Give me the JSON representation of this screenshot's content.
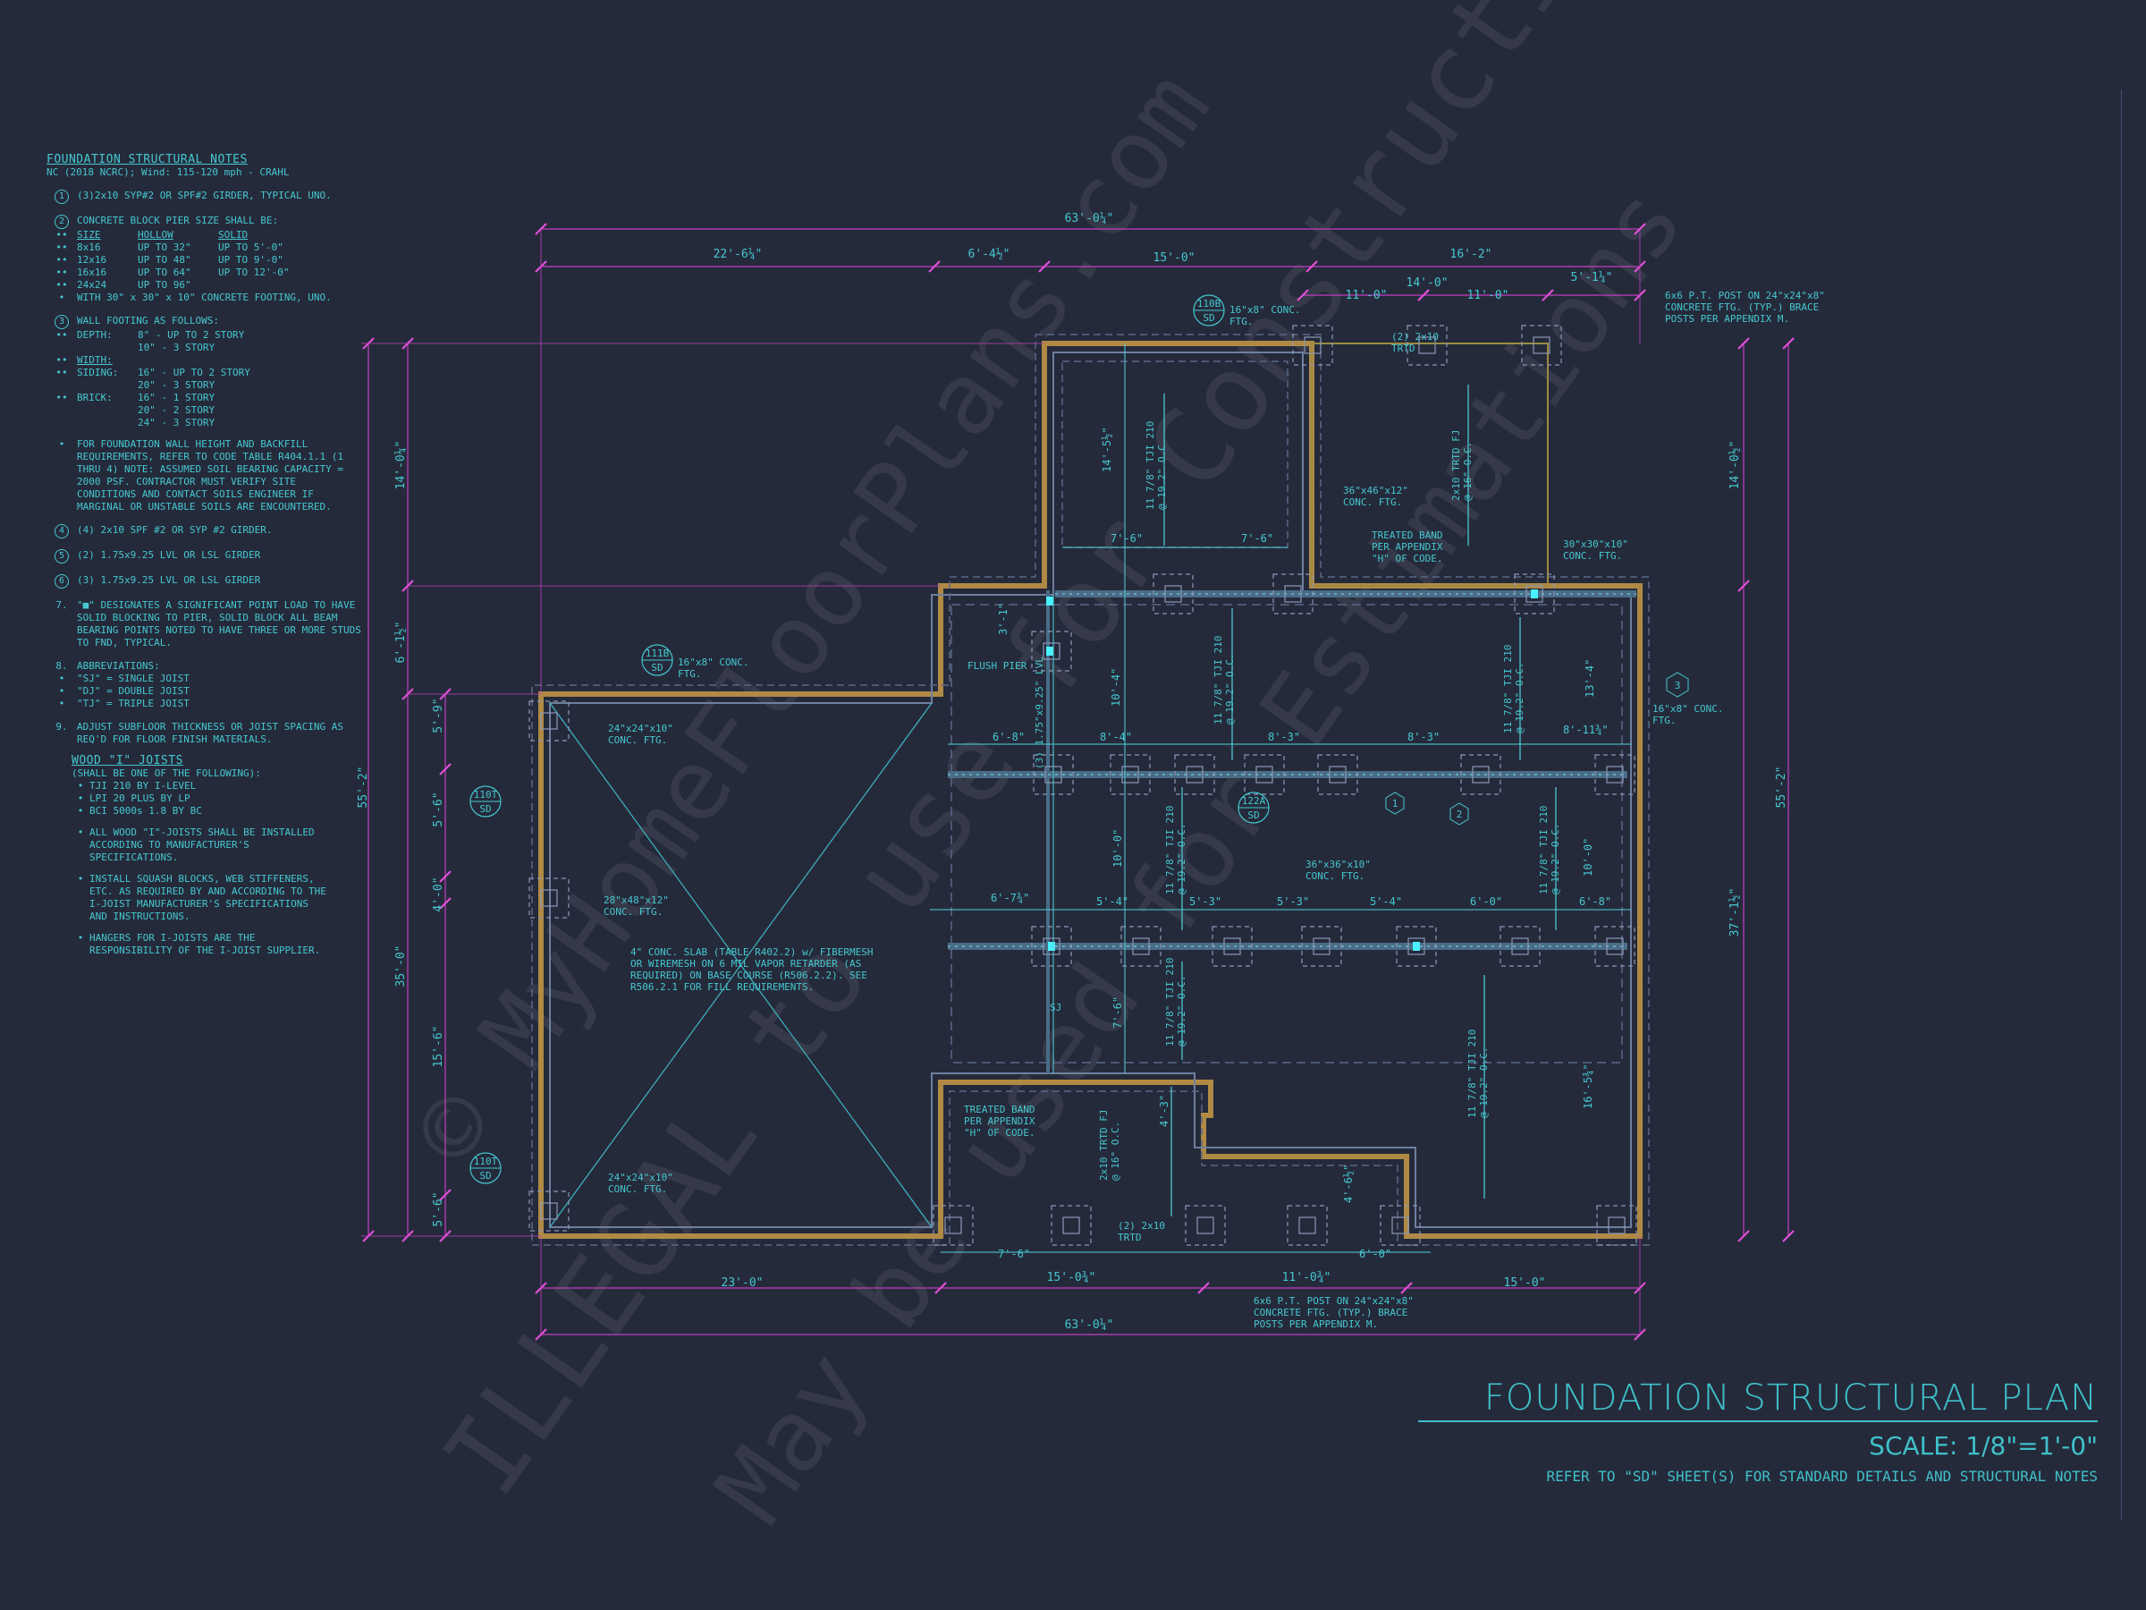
{
  "sheet": {
    "title": "FOUNDATION STRUCTURAL PLAN",
    "scale": "SCALE: 1/8\"=1'-0\"",
    "reference": "REFER TO \"SD\" SHEET(S) FOR STANDARD DETAILS AND STRUCTURAL NOTES"
  },
  "watermarks": [
    "© MyHomeFloorPlans.com",
    "ILLEGAL to use for Construction",
    "May be used for Estimations"
  ],
  "notes": {
    "title": "FOUNDATION STRUCTURAL NOTES",
    "subtitle": "NC (2018 NCRC); Wind: 115-120 mph - CRAHL",
    "n1": "(3)2x10 SYP#2 OR SPF#2 GIRDER, TYPICAL UNO.",
    "n2": "CONCRETE BLOCK PIER SIZE SHALL BE:",
    "pier_header": [
      "SIZE",
      "HOLLOW",
      "SOLID"
    ],
    "pier_rows": [
      [
        "8x16",
        "UP TO 32\"",
        "UP TO 5'-0\""
      ],
      [
        "12x16",
        "UP TO 48\"",
        "UP TO 9'-0\""
      ],
      [
        "16x16",
        "UP TO 64\"",
        "UP TO 12'-0\""
      ],
      [
        "24x24",
        "UP TO 96\"",
        ""
      ]
    ],
    "n2b": "WITH 30\" x 30\" x 10\" CONCRETE FOOTING, UNO.",
    "n3": "WALL FOOTING AS FOLLOWS:",
    "depth_label": "DEPTH:",
    "depth_1": "8\" - UP TO 2 STORY",
    "depth_2": "10\" - 3 STORY",
    "width_label": "WIDTH:",
    "siding_label": "SIDING:",
    "siding_1": "16\" - UP TO 2 STORY",
    "siding_2": "20\" - 3 STORY",
    "brick_label": "BRICK:",
    "brick_1": "16\" - 1 STORY",
    "brick_2": "20\" - 2 STORY",
    "brick_3": "24\" - 3 STORY",
    "n3b": "FOR FOUNDATION WALL HEIGHT AND BACKFILL REQUIREMENTS, REFER TO CODE TABLE R404.1.1 (1 THRU 4) NOTE: ASSUMED SOIL BEARING CAPACITY = 2000 PSF. CONTRACTOR MUST VERIFY SITE CONDITIONS AND CONTACT SOILS ENGINEER IF MARGINAL OR UNSTABLE SOILS ARE ENCOUNTERED.",
    "n4": "(4) 2x10 SPF #2 OR SYP #2 GIRDER.",
    "n5": "(2) 1.75x9.25 LVL OR LSL GIRDER",
    "n6": "(3) 1.75x9.25 LVL OR LSL GIRDER",
    "n7": "\"■\" DESIGNATES A SIGNIFICANT POINT LOAD TO HAVE SOLID BLOCKING TO  PIER, SOLID BLOCK ALL BEAM BEARING POINTS NOTED TO HAVE THREE OR MORE STUDS TO FND, TYPICAL.",
    "n8": "ABBREVIATIONS:",
    "abbr": [
      "\"SJ\" = SINGLE JOIST",
      "\"DJ\" = DOUBLE JOIST",
      "\"TJ\" = TRIPLE JOIST"
    ],
    "n9": "ADJUST SUBFLOOR THICKNESS OR JOIST SPACING AS REQ'D FOR FLOOR FINISH MATERIALS.",
    "joist_title": "WOOD \"I\" JOISTS",
    "joist_sub": "(SHALL BE ONE OF THE FOLLOWING):",
    "joist_list": [
      "TJI 210 BY I-LEVEL",
      "LPI 20 PLUS BY LP",
      "BCI 5000s 1.8 BY BC"
    ],
    "joist_notes": [
      "ALL WOOD \"I\"-JOISTS SHALL BE INSTALLED ACCORDING TO MANUFACTURER'S SPECIFICATIONS.",
      "INSTALL SQUASH BLOCKS, WEB STIFFENERS, ETC. AS REQUIRED BY AND ACCORDING TO THE I-JOIST MANUFACTURER'S SPECIFICATIONS AND INSTRUCTIONS.",
      "HANGERS FOR I-JOISTS ARE THE RESPONSIBILITY OF THE I-JOIST SUPPLIER."
    ],
    "markers": [
      "1",
      "2",
      "3",
      "4",
      "5",
      "6",
      "7.",
      "8.",
      "9."
    ]
  },
  "dims": {
    "top_overall": "63'-0¼\"",
    "bot_overall": "63'-0¼\"",
    "top_seg": [
      "22'-6¼\"",
      "6'-4½\"",
      "15'-0\"",
      "16'-2\""
    ],
    "top_right": [
      "11'-0\"",
      "14'-0\"",
      "11'-0\"",
      "5'-1¼\""
    ],
    "bot_seg": [
      "23'-0\"",
      "15'-0¾\"",
      "11'-0¾\"",
      "15'-0\""
    ],
    "left_outer": "55'-2\"",
    "left_mid": [
      "14'-0¼\"",
      "6'-1½\"",
      "35'-0\""
    ],
    "left_inner": [
      "5'-9\"",
      "5'-6\"",
      "4'-0\"",
      "15'-6\"",
      "5'-6\""
    ],
    "right_outer": "55'-2\"",
    "right_mid": [
      "14'-0½\"",
      "37'-1½\""
    ],
    "interior": [
      "7'-6\"",
      "7'-6\"",
      "6'-8\"",
      "8'-4\"",
      "8'-3\"",
      "8'-3\"",
      "8'-11¾\"",
      "6'-7¾\"",
      "5'-4\"",
      "5'-3\"",
      "5'-3\"",
      "5'-4\"",
      "6'-0\"",
      "6'-8\"",
      "7'-6\"",
      "6'-0\"",
      "10'-4\"",
      "10'-0\"",
      "7'-6\"",
      "14'-5½\"",
      "13'-4\"",
      "10'-0\"",
      "16'-5¾\"",
      "4'-3\"",
      "4'-6½\"",
      "3'-1\""
    ]
  },
  "labels": {
    "joist_tji": "11 7/8\" TJI 210 @ 19.2\" O.C.",
    "joist_2x10": "2x10 TRTD FJ @ 16\" O.C.",
    "girder_2x10": "(2) 2x10 TRTD",
    "post_note": "6x6 P.T. POST ON 24\"x24\"x8\" CONCRETE FTG. (TYP.) BRACE POSTS PER APPENDIX M.",
    "ftg_16x8": "16\"x8\" CONC. FTG.",
    "ftg_36x46": "36\"x46\"x12\" CONC. FTG.",
    "ftg_30x30": "30\"x30\"x10\" CONC. FTG.",
    "ftg_24x24": "24\"x24\"x10\" CONC. FTG.",
    "ftg_28x48": "28\"x48\"x12\" CONC. FTG.",
    "ftg_36x36": "36\"x36\"x10\" CONC. FTG.",
    "treated_band": "TREATED BAND PER APPENDIX \"H\" OF CODE.",
    "flush_pier": "FLUSH PIER",
    "slab": "4\" CONC. SLAB (TABLE R402.2) w/ FIBERMESH OR WIREMESH ON 6 MIL VAPOR RETARDER (AS REQUIRED) ON BASE COURSE (R506.2.2). SEE R506.2.1 FOR FILL REQUIREMENTS.",
    "sj": "SJ",
    "tags": [
      "110B",
      "111B",
      "110T",
      "110T",
      "122A"
    ],
    "tag_sd": "SD",
    "hex": [
      "1",
      "2",
      "3"
    ],
    "bp_label": "(3) 1.75\"x9.25\" LVL"
  }
}
